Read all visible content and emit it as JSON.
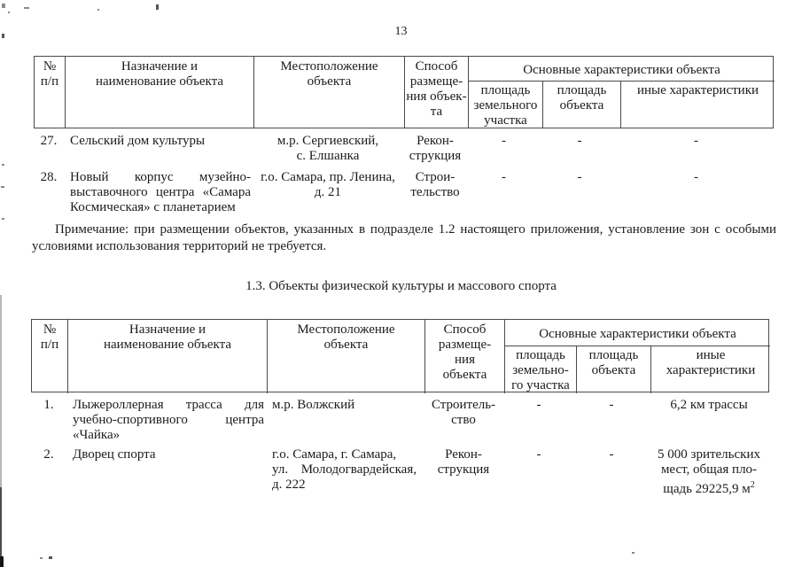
{
  "page_number": "13",
  "note": "Примечание: при размещении объектов, указанных в подразделе 1.2 настоящего приложения, установление зон с особыми условиями использования территорий не требуется.",
  "section_heading": "1.3. Объекты физической культуры и массового спорта",
  "t1": {
    "header": {
      "num": [
        "№",
        "п/п"
      ],
      "name": [
        "Назначение и",
        "наименование объекта"
      ],
      "location": [
        "Местоположение",
        "объекта"
      ],
      "method": [
        "Способ",
        "размеще-",
        "ния объек-",
        "та"
      ],
      "group": "Основные характеристики объекта",
      "land": [
        "площадь",
        "земельного",
        "участка"
      ],
      "area": [
        "площадь",
        "объекта"
      ],
      "other": [
        "иные характеристики"
      ]
    },
    "rows": [
      {
        "num": "27.",
        "name_lines": [
          "Сельский дом культуры"
        ],
        "loc_lines": [
          "м.р. Сергиевский,",
          "с. Елшанка"
        ],
        "method_lines": [
          "Рекон-",
          "струкция"
        ],
        "land": "-",
        "area": "-",
        "other_lines": [
          "-"
        ]
      },
      {
        "num": "28.",
        "name_lines": [
          "Новый корпус музейно-",
          "выставочного центра «Самара",
          "Космическая» с планетарием"
        ],
        "loc_lines": [
          "г.о. Самара, пр. Ленина,",
          "д. 21"
        ],
        "method_lines": [
          "Строи-",
          "тельство"
        ],
        "land": "-",
        "area": "-",
        "other_lines": [
          "-"
        ]
      }
    ]
  },
  "t2": {
    "header": {
      "num": [
        "№",
        "п/п"
      ],
      "name": [
        "Назначение и",
        "наименование объекта"
      ],
      "location": [
        "Местоположение",
        "объекта"
      ],
      "method": [
        "Способ",
        "размеще-",
        "ния",
        "объекта"
      ],
      "group": "Основные характеристики объекта",
      "land": [
        "площадь",
        "земельно-",
        "го участка"
      ],
      "area": [
        "площадь",
        "объекта"
      ],
      "other": [
        "иные",
        "характеристики"
      ]
    },
    "rows": [
      {
        "num": "1.",
        "name_lines": [
          "Лыжероллерная трасса для",
          "учебно-спортивного центра",
          "«Чайка»"
        ],
        "loc_lines": [
          "м.р. Волжский"
        ],
        "method_lines": [
          "Строитель-",
          "ство"
        ],
        "land": "-",
        "area": "-",
        "other_lines": [
          "6,2 км трассы"
        ]
      },
      {
        "num": "2.",
        "name_lines": [
          "Дворец спорта"
        ],
        "loc_lines": [
          "г.о. Самара, г. Самара,",
          "ул. Молодогвардейская,",
          "д. 222"
        ],
        "method_lines": [
          "Рекон-",
          "струкция"
        ],
        "land": "-",
        "area": "-",
        "other_lines": [
          "5 000 зрительских",
          "мест, общая пло-"
        ],
        "other_sup_line": "щадь 29225,9 м",
        "other_sup": "2"
      }
    ]
  }
}
